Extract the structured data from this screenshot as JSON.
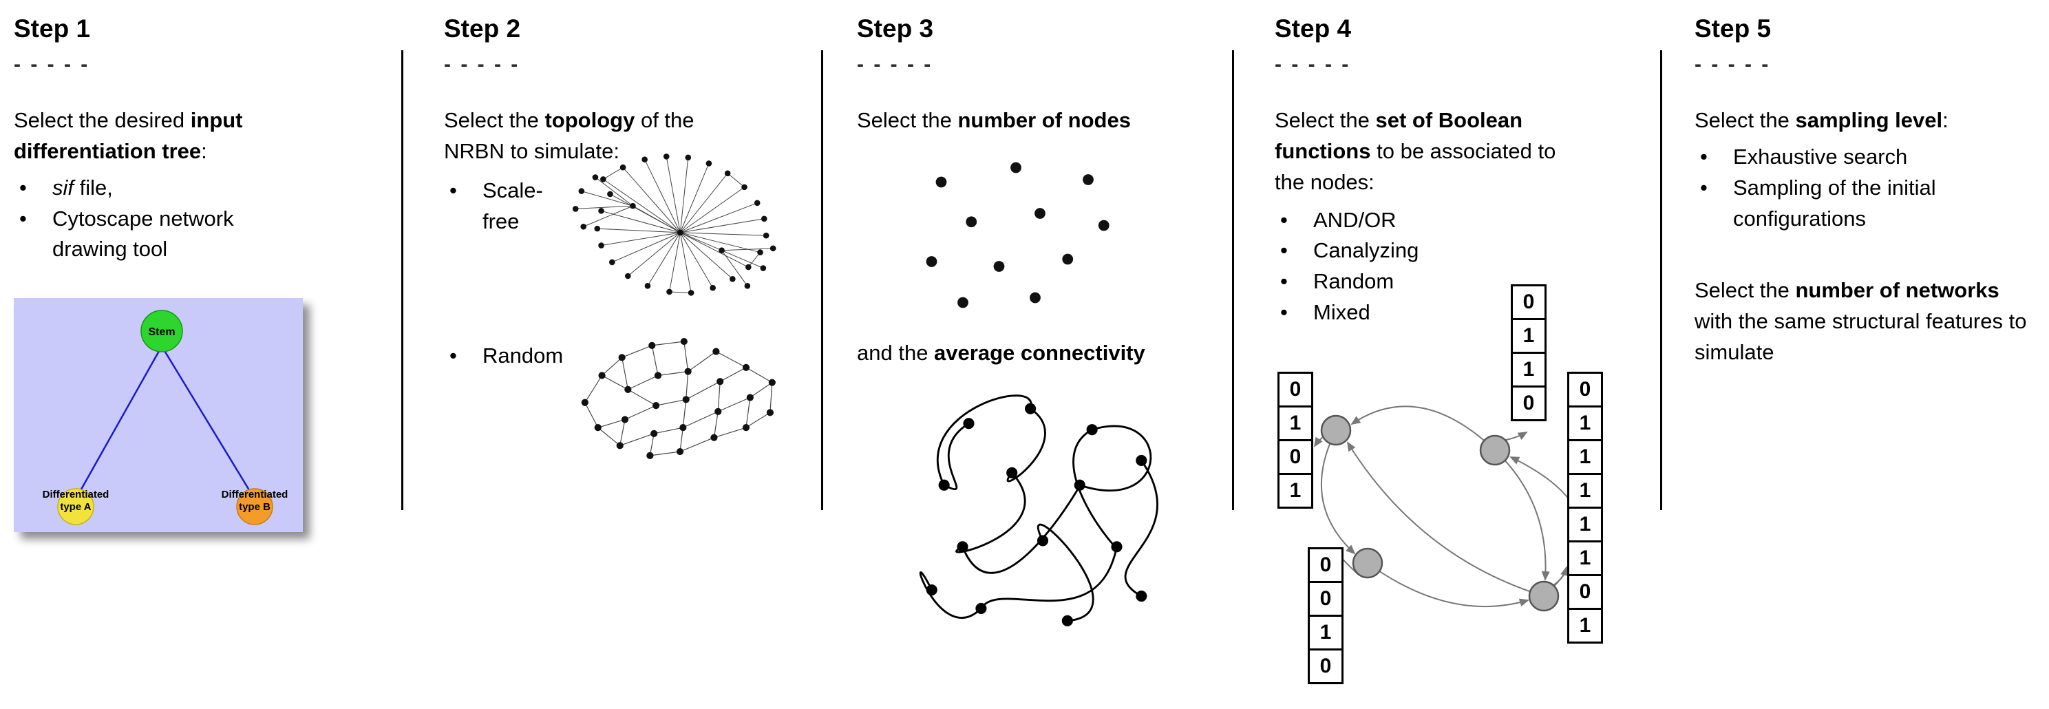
{
  "ui": {
    "bullet": "•"
  },
  "step1": {
    "title": "Step 1",
    "dashes": "- - - - -",
    "intro": {
      "pre": "Select the desired ",
      "bold": "input differentiation tree",
      "post": ":"
    },
    "bullets": {
      "b1_italic": "sif",
      "b1_rest": " file,",
      "b2": "Cytoscape network drawing tool"
    },
    "tree": {
      "stem": "Stem",
      "a_line1": "Differentiated",
      "a_line2": "type A",
      "b_line1": "Differentiated",
      "b_line2": "type B"
    }
  },
  "step2": {
    "title": "Step 2",
    "dashes": "- - - - -",
    "intro": {
      "pre": "Select the ",
      "bold": "topology",
      "post": " of the NRBN to simulate:"
    },
    "bullets": {
      "b1": "Scale-free",
      "b2": "Random"
    }
  },
  "step3": {
    "title": "Step 3",
    "dashes": "- - - - -",
    "line1": {
      "pre": "Select the ",
      "bold": "number of nodes"
    },
    "line2": {
      "pre": "and the ",
      "bold": "average connectivity"
    }
  },
  "step4": {
    "title": "Step 4",
    "dashes": "- - - - -",
    "intro": {
      "pre": "Select the ",
      "bold": "set of Boolean functions",
      "post": " to be associated to the nodes:"
    },
    "bullets": {
      "b1": "AND/OR",
      "b2": "Canalyzing",
      "b3": "Random",
      "b4": "Mixed"
    },
    "tables": {
      "left": [
        "0",
        "1",
        "0",
        "1"
      ],
      "top": [
        "0",
        "1",
        "1",
        "0"
      ],
      "bottom_left": [
        "0",
        "0",
        "1",
        "0"
      ],
      "right": [
        "0",
        "1",
        "1",
        "1",
        "1",
        "1",
        "0",
        "1"
      ]
    }
  },
  "step5": {
    "title": "Step 5",
    "dashes": "- - - - -",
    "intro": {
      "pre": "Select the ",
      "bold": "sampling level",
      "post": ":"
    },
    "bullets": {
      "b1": "Exhaustive search",
      "b2": "Sampling of the initial configurations"
    },
    "para2": {
      "pre": "Select the ",
      "bold": "number of networks",
      "post": " with the same structural features to simulate"
    }
  }
}
